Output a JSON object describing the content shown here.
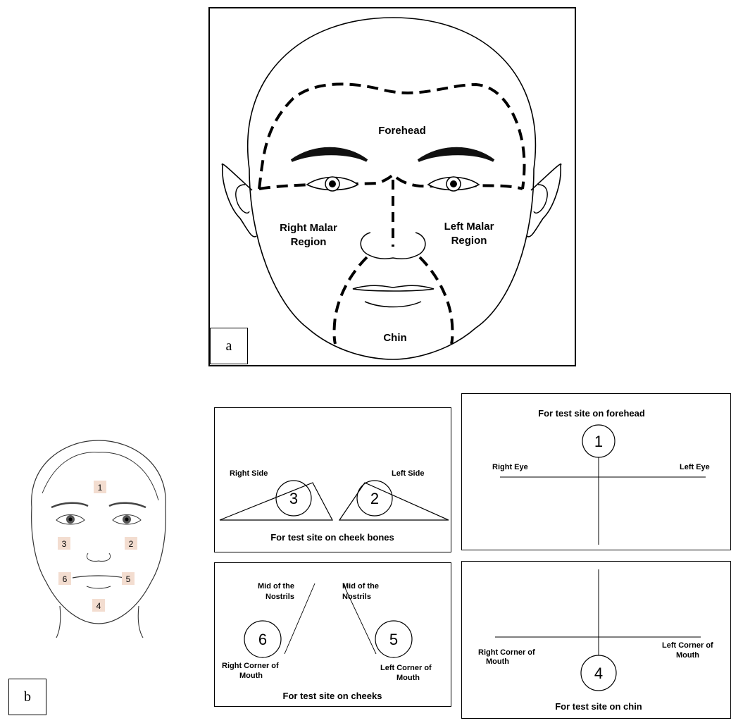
{
  "panel_a": {
    "tag": "a",
    "regions": {
      "forehead": "Forehead",
      "right_malar_1": "Right Malar",
      "right_malar_2": "Region",
      "left_malar_1": "Left Malar",
      "left_malar_2": "Region",
      "chin": "Chin"
    }
  },
  "panel_b": {
    "tag": "b",
    "face_markers": [
      "1",
      "2",
      "3",
      "4",
      "5",
      "6"
    ],
    "cheek_bones": {
      "right_side": "Right Side",
      "left_side": "Left Side",
      "site_right": "3",
      "site_left": "2",
      "caption": "For test site on cheek bones"
    },
    "forehead": {
      "title": "For test site on forehead",
      "right_eye": "Right Eye",
      "left_eye": "Left Eye",
      "site": "1"
    },
    "cheeks": {
      "mid_nostrils_right_1": "Mid of the",
      "mid_nostrils_right_2": "Nostrils",
      "mid_nostrils_left_1": "Mid of the",
      "mid_nostrils_left_2": "Nostrils",
      "right_corner_1": "Right Corner of",
      "right_corner_2": "Mouth",
      "left_corner_1": "Left Corner of",
      "left_corner_2": "Mouth",
      "site_right": "6",
      "site_left": "5",
      "caption": "For test site on cheeks"
    },
    "chin": {
      "right_corner_1": "Right Corner of",
      "right_corner_2": "Mouth",
      "left_corner_1": "Left Corner of",
      "left_corner_2": "Mouth",
      "site": "4",
      "caption": "For test site on chin"
    }
  }
}
